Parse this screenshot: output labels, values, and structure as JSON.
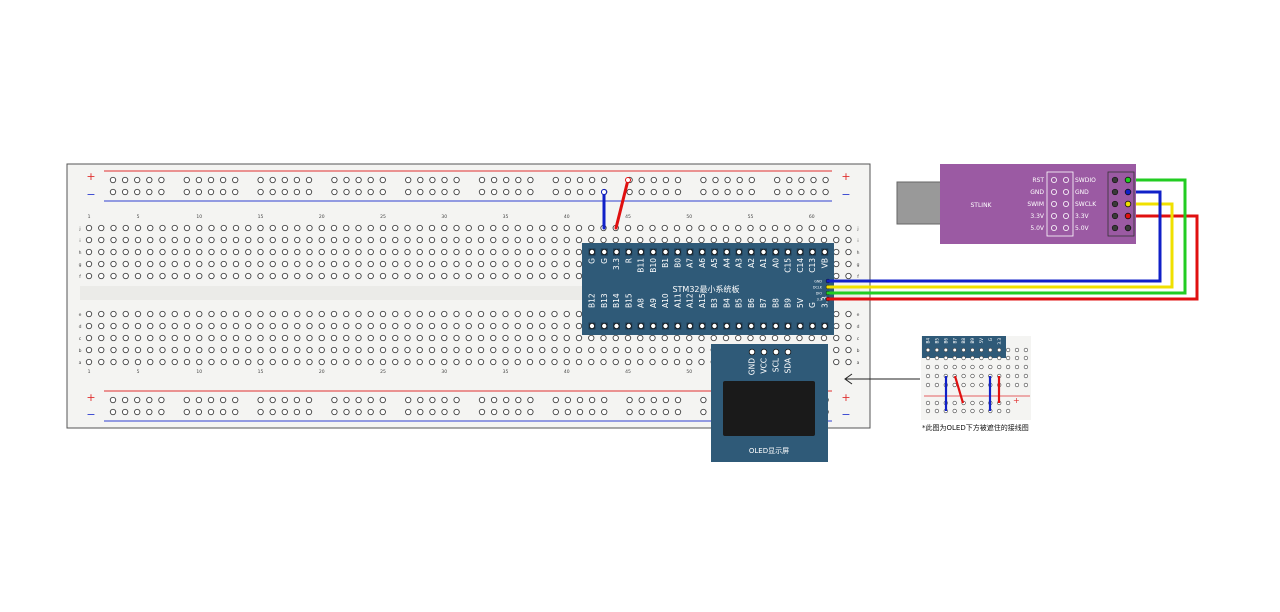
{
  "breadboard": {
    "plus": "+",
    "minus": "−",
    "column_numbers": [
      "1",
      "5",
      "10",
      "15",
      "20",
      "25",
      "30",
      "35",
      "40",
      "45",
      "50",
      "55",
      "60"
    ],
    "row_letters_top": [
      "j",
      "i",
      "h",
      "g",
      "f"
    ],
    "row_letters_bottom": [
      "e",
      "d",
      "c",
      "b",
      "a"
    ]
  },
  "stm32": {
    "title": "STM32最小系统板",
    "top_pins": [
      "G",
      "G",
      "3.3",
      "R",
      "B11",
      "B10",
      "B1",
      "B0",
      "A7",
      "A6",
      "A5",
      "A4",
      "A3",
      "A2",
      "A1",
      "A0",
      "C15",
      "C14",
      "C13",
      "VB"
    ],
    "bottom_pins": [
      "B12",
      "B13",
      "B14",
      "B15",
      "A8",
      "A9",
      "A10",
      "A11",
      "A12",
      "A15",
      "B3",
      "B4",
      "B5",
      "B6",
      "B7",
      "B8",
      "B9",
      "5V",
      "G",
      "3.3"
    ],
    "debug_pins": [
      "GND",
      "DCLK",
      "DIO",
      "3.3"
    ]
  },
  "stlink": {
    "name": "STLINK",
    "left_labels": [
      "RST",
      "GND",
      "SWIM",
      "3.3V",
      "5.0V"
    ],
    "right_labels": [
      "SWDIO",
      "GND",
      "SWCLK",
      "3.3V",
      "5.0V"
    ]
  },
  "oled": {
    "pins": [
      "GND",
      "VCC",
      "SCL",
      "SDA"
    ],
    "caption": "OLED显示屏"
  },
  "inset": {
    "pins": [
      "B4",
      "B5",
      "B6",
      "B7",
      "B8",
      "B9",
      "5V",
      "G",
      "3.3"
    ],
    "note": "*此图为OLED下方被遮住的接线图"
  },
  "colors": {
    "stm32_board": "#2f5a78",
    "oled_board": "#2f5a78",
    "stlink_body": "#9b5aa3",
    "wire_red": "#e01010",
    "wire_blue": "#1020c8",
    "wire_green": "#22cc22",
    "wire_yellow": "#f0e000",
    "rail_red": "#e03030",
    "rail_blue": "#3040d0"
  }
}
